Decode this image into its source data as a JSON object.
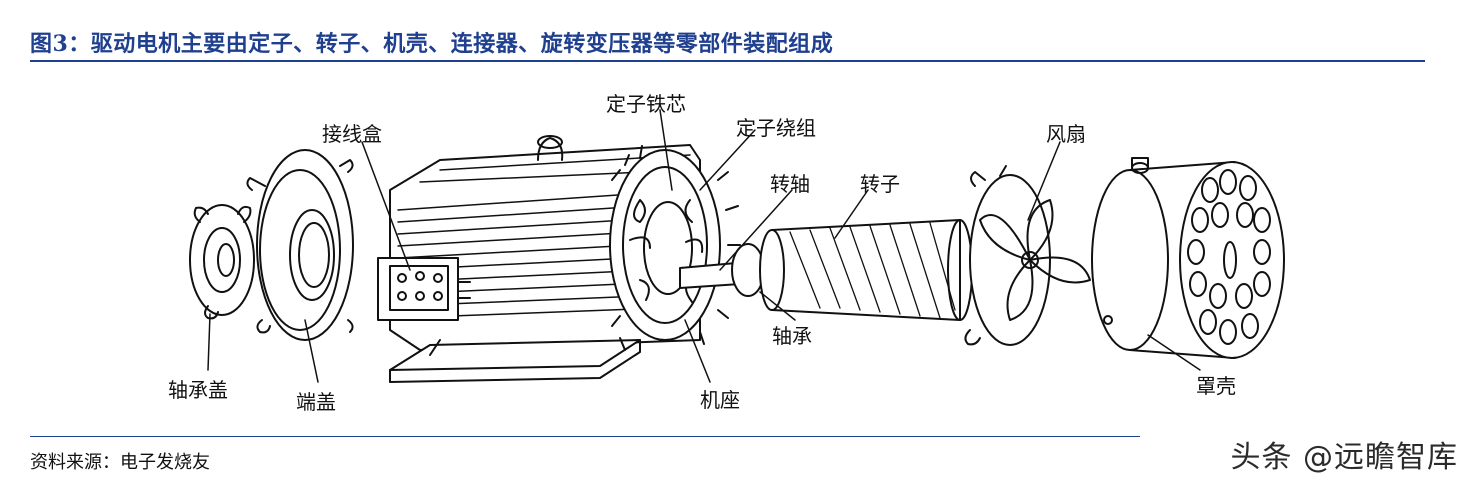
{
  "figure": {
    "title": "图3：驱动电机主要由定子、转子、机壳、连接器、旋转变压器等零部件装配组成",
    "source": "资料来源：电子发烧友",
    "watermark": "头条 @远瞻智库"
  },
  "labels": {
    "bearing_cap": "轴承盖",
    "end_cover": "端盖",
    "junction_box": "接线盒",
    "stator_core": "定子铁芯",
    "stator_winding": "定子绕组",
    "shaft": "转轴",
    "rotor": "转子",
    "bearing": "轴承",
    "frame": "机座",
    "fan": "风扇",
    "fan_cover": "罩壳"
  }
}
